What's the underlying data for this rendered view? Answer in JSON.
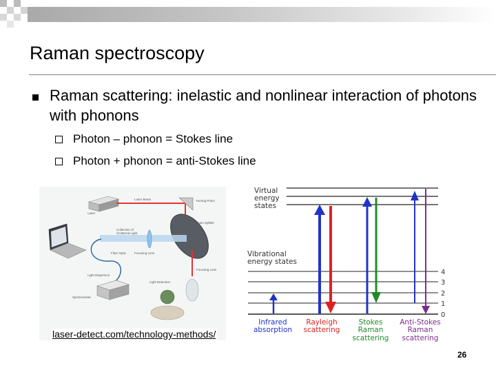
{
  "slide": {
    "title": "Raman spectroscopy",
    "bullet": "Raman scattering: inelastic and nonlinear interaction of photons with phonons",
    "sub_bullets": [
      "Photon – phonon = Stokes line",
      "Photon + phonon = anti-Stokes line"
    ],
    "source_link": "laser-detect.com/technology-methods/",
    "page_number": "26"
  },
  "setup_diagram": {
    "labels": {
      "laser": "Laser",
      "laser_beam": "Laser Beam",
      "turning_prism": "Turning Prism",
      "collection": "Collection of",
      "scattered_light": "Scattered Light",
      "fiber_optic": "Fiber Optic",
      "focusing_lens_1": "Focusing Lens",
      "beam_splitter": "Beam Splitter",
      "light_dispersion": "Light Dispersion",
      "focusing_lens_2": "Focusing Lens",
      "light_detection": "Light Detection",
      "spectrometer": "Spectrometer"
    }
  },
  "energy_diagram": {
    "virtual_label": [
      "Virtual",
      "energy",
      "states"
    ],
    "vibrational_label": [
      "Vibrational",
      "energy states"
    ],
    "levels": [
      "4",
      "3",
      "2",
      "1",
      "0"
    ],
    "processes": [
      {
        "line1": "Infrared",
        "line2": "absorption",
        "line3": "",
        "color": "#2033c8"
      },
      {
        "line1": "Rayleigh",
        "line2": "scattering",
        "line3": "",
        "color": "#e02020"
      },
      {
        "line1": "Stokes",
        "line2": "Raman",
        "line3": "scattering",
        "color": "#1f8c25"
      },
      {
        "line1": "Anti-Stokes",
        "line2": "Raman",
        "line3": "scattering",
        "color": "#7a2c8f"
      }
    ]
  },
  "colors": {
    "blue": "#2033c8",
    "red": "#e02020",
    "green": "#1f8c25",
    "purple": "#7a2c8f"
  }
}
